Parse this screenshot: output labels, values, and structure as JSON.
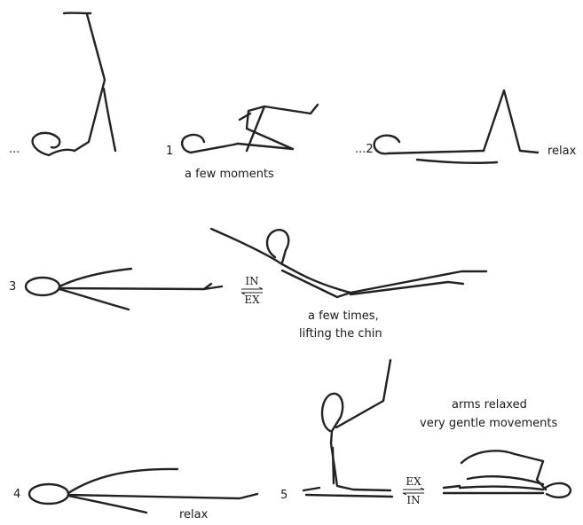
{
  "labels": {
    "ellipsis_start": "...",
    "step1_number": "1",
    "step1_caption": "a few moments",
    "step2_number": "...2",
    "step2_caption": "relax",
    "step3_number": "3",
    "step3_arrow_top": "IN",
    "step3_arrow_bottom": "EX",
    "step3_caption_line1": "a few times,",
    "step3_caption_line2": "lifting the chin",
    "step4_number": "4",
    "step4_caption": "relax",
    "step5_number": "5",
    "step5_arrow_top": "EX",
    "step5_arrow_bottom": "IN",
    "step5_caption_line1": "arms relaxed",
    "step5_caption_line2": "very gentle movements"
  },
  "colors": {
    "ink": "#222222",
    "background": "#ffffff"
  }
}
